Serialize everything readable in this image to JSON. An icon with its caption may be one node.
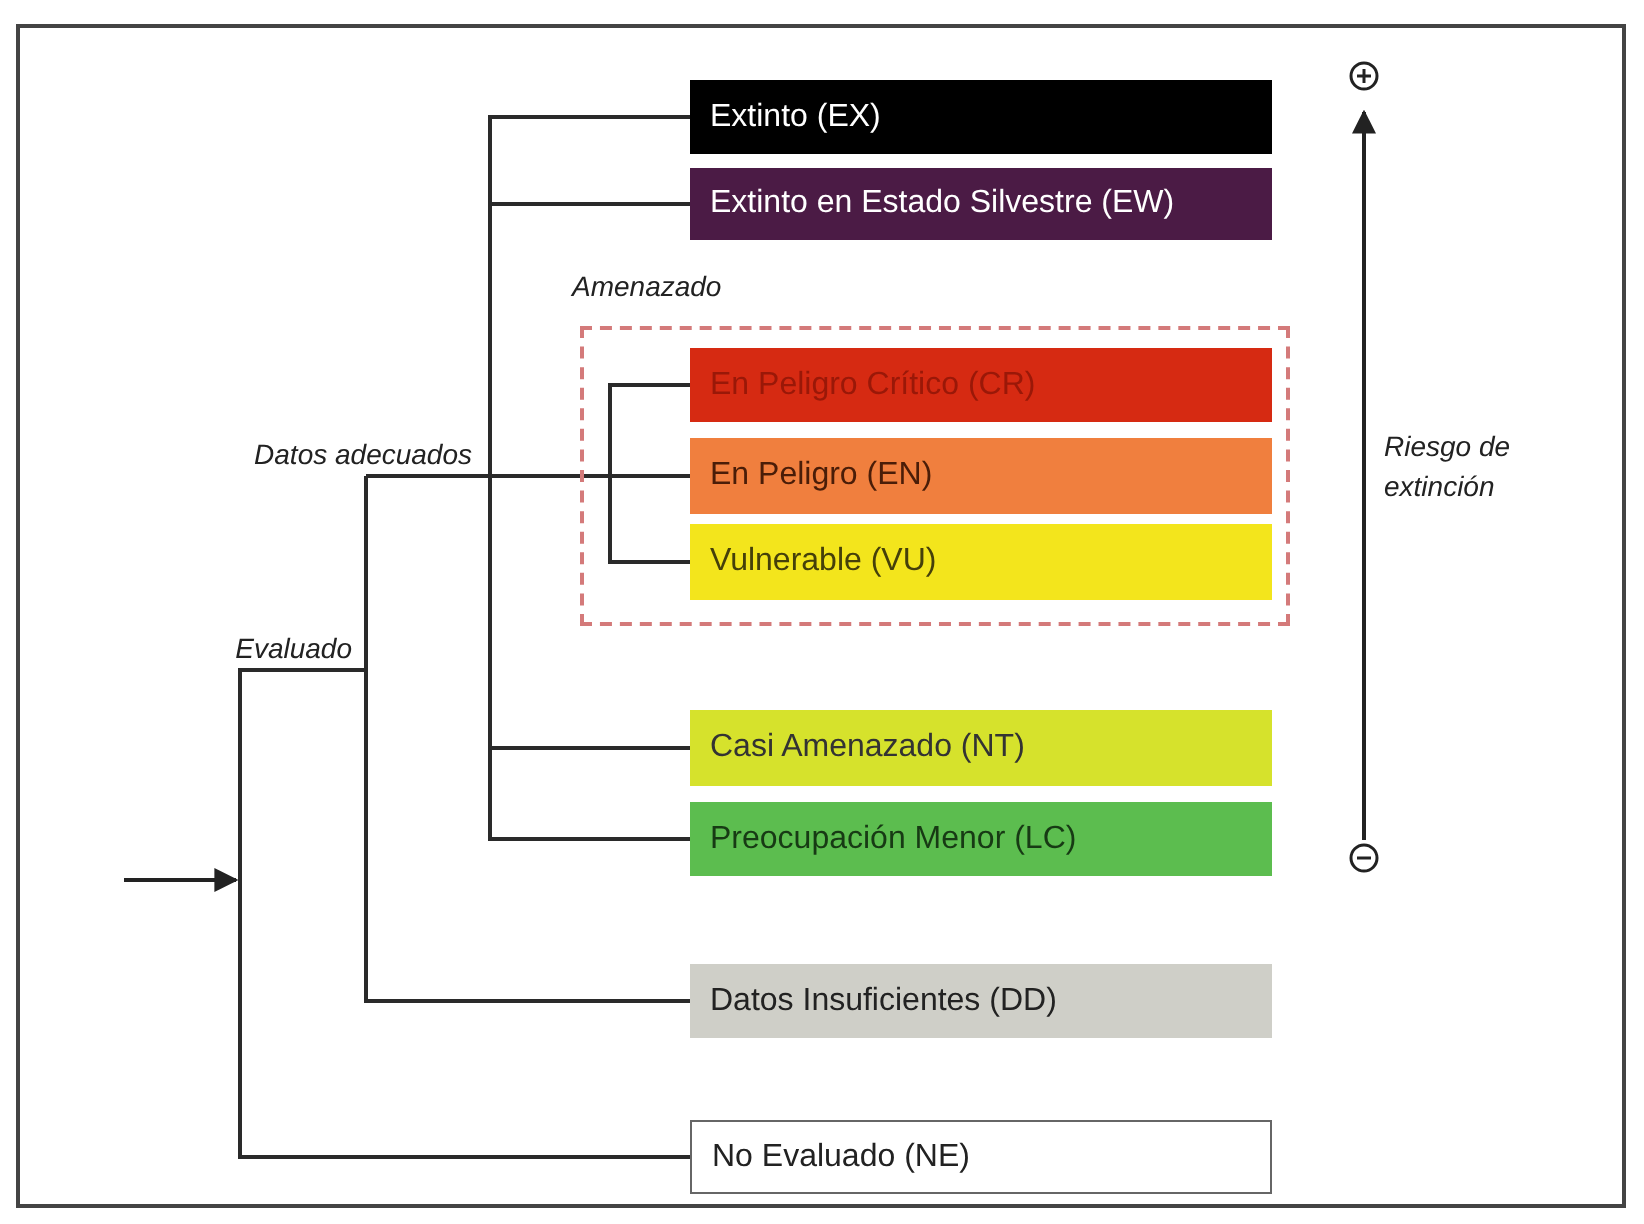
{
  "diagram": {
    "nodes": [
      {
        "text": [
          "Extinto (EX)"
        ]
      },
      {
        "text": [
          "Extinto en Estado Silvestre (EW)"
        ]
      },
      {
        "text": [
          "Amenazado"
        ]
      },
      {
        "text": [
          "En Peligro Crítico (CR)"
        ],
        "in": 2
      },
      {
        "text": [
          "En Peligro (EN)"
        ],
        "in": 2
      },
      {
        "text": [
          "Vulnerable (VU)"
        ],
        "in": 2
      },
      {
        "text": [
          "Casi Amenazado (NT)"
        ]
      },
      {
        "text": [
          "Preocupación Menor (LC)"
        ]
      },
      {
        "text": [
          "Datos Insuficientes (DD)"
        ]
      },
      {
        "text": [
          "No Evaluado (NE)"
        ]
      },
      {
        "text": [
          "Evaluado"
        ]
      },
      {
        "text": [
          "Datos adecuados"
        ]
      }
    ],
    "edges": [
      {
        "from": 10,
        "to": 11,
        "arrow": "none"
      },
      {
        "from": 10,
        "to": 8,
        "arrow": "none"
      },
      {
        "from": 10,
        "to": 9,
        "arrow": "none"
      },
      {
        "from": 11,
        "to": 0,
        "arrow": "none"
      },
      {
        "from": 11,
        "to": 1,
        "arrow": "none"
      },
      {
        "from": 11,
        "to": 3,
        "arrow": "none"
      },
      {
        "from": 11,
        "to": 4,
        "arrow": "none"
      },
      {
        "from": 11,
        "to": 5,
        "arrow": "none"
      },
      {
        "from": 11,
        "to": 6,
        "arrow": "none"
      },
      {
        "from": 11,
        "to": 7,
        "arrow": "none"
      }
    ],
    "labels": [
      "Riesgo de extinción"
    ]
  }
}
